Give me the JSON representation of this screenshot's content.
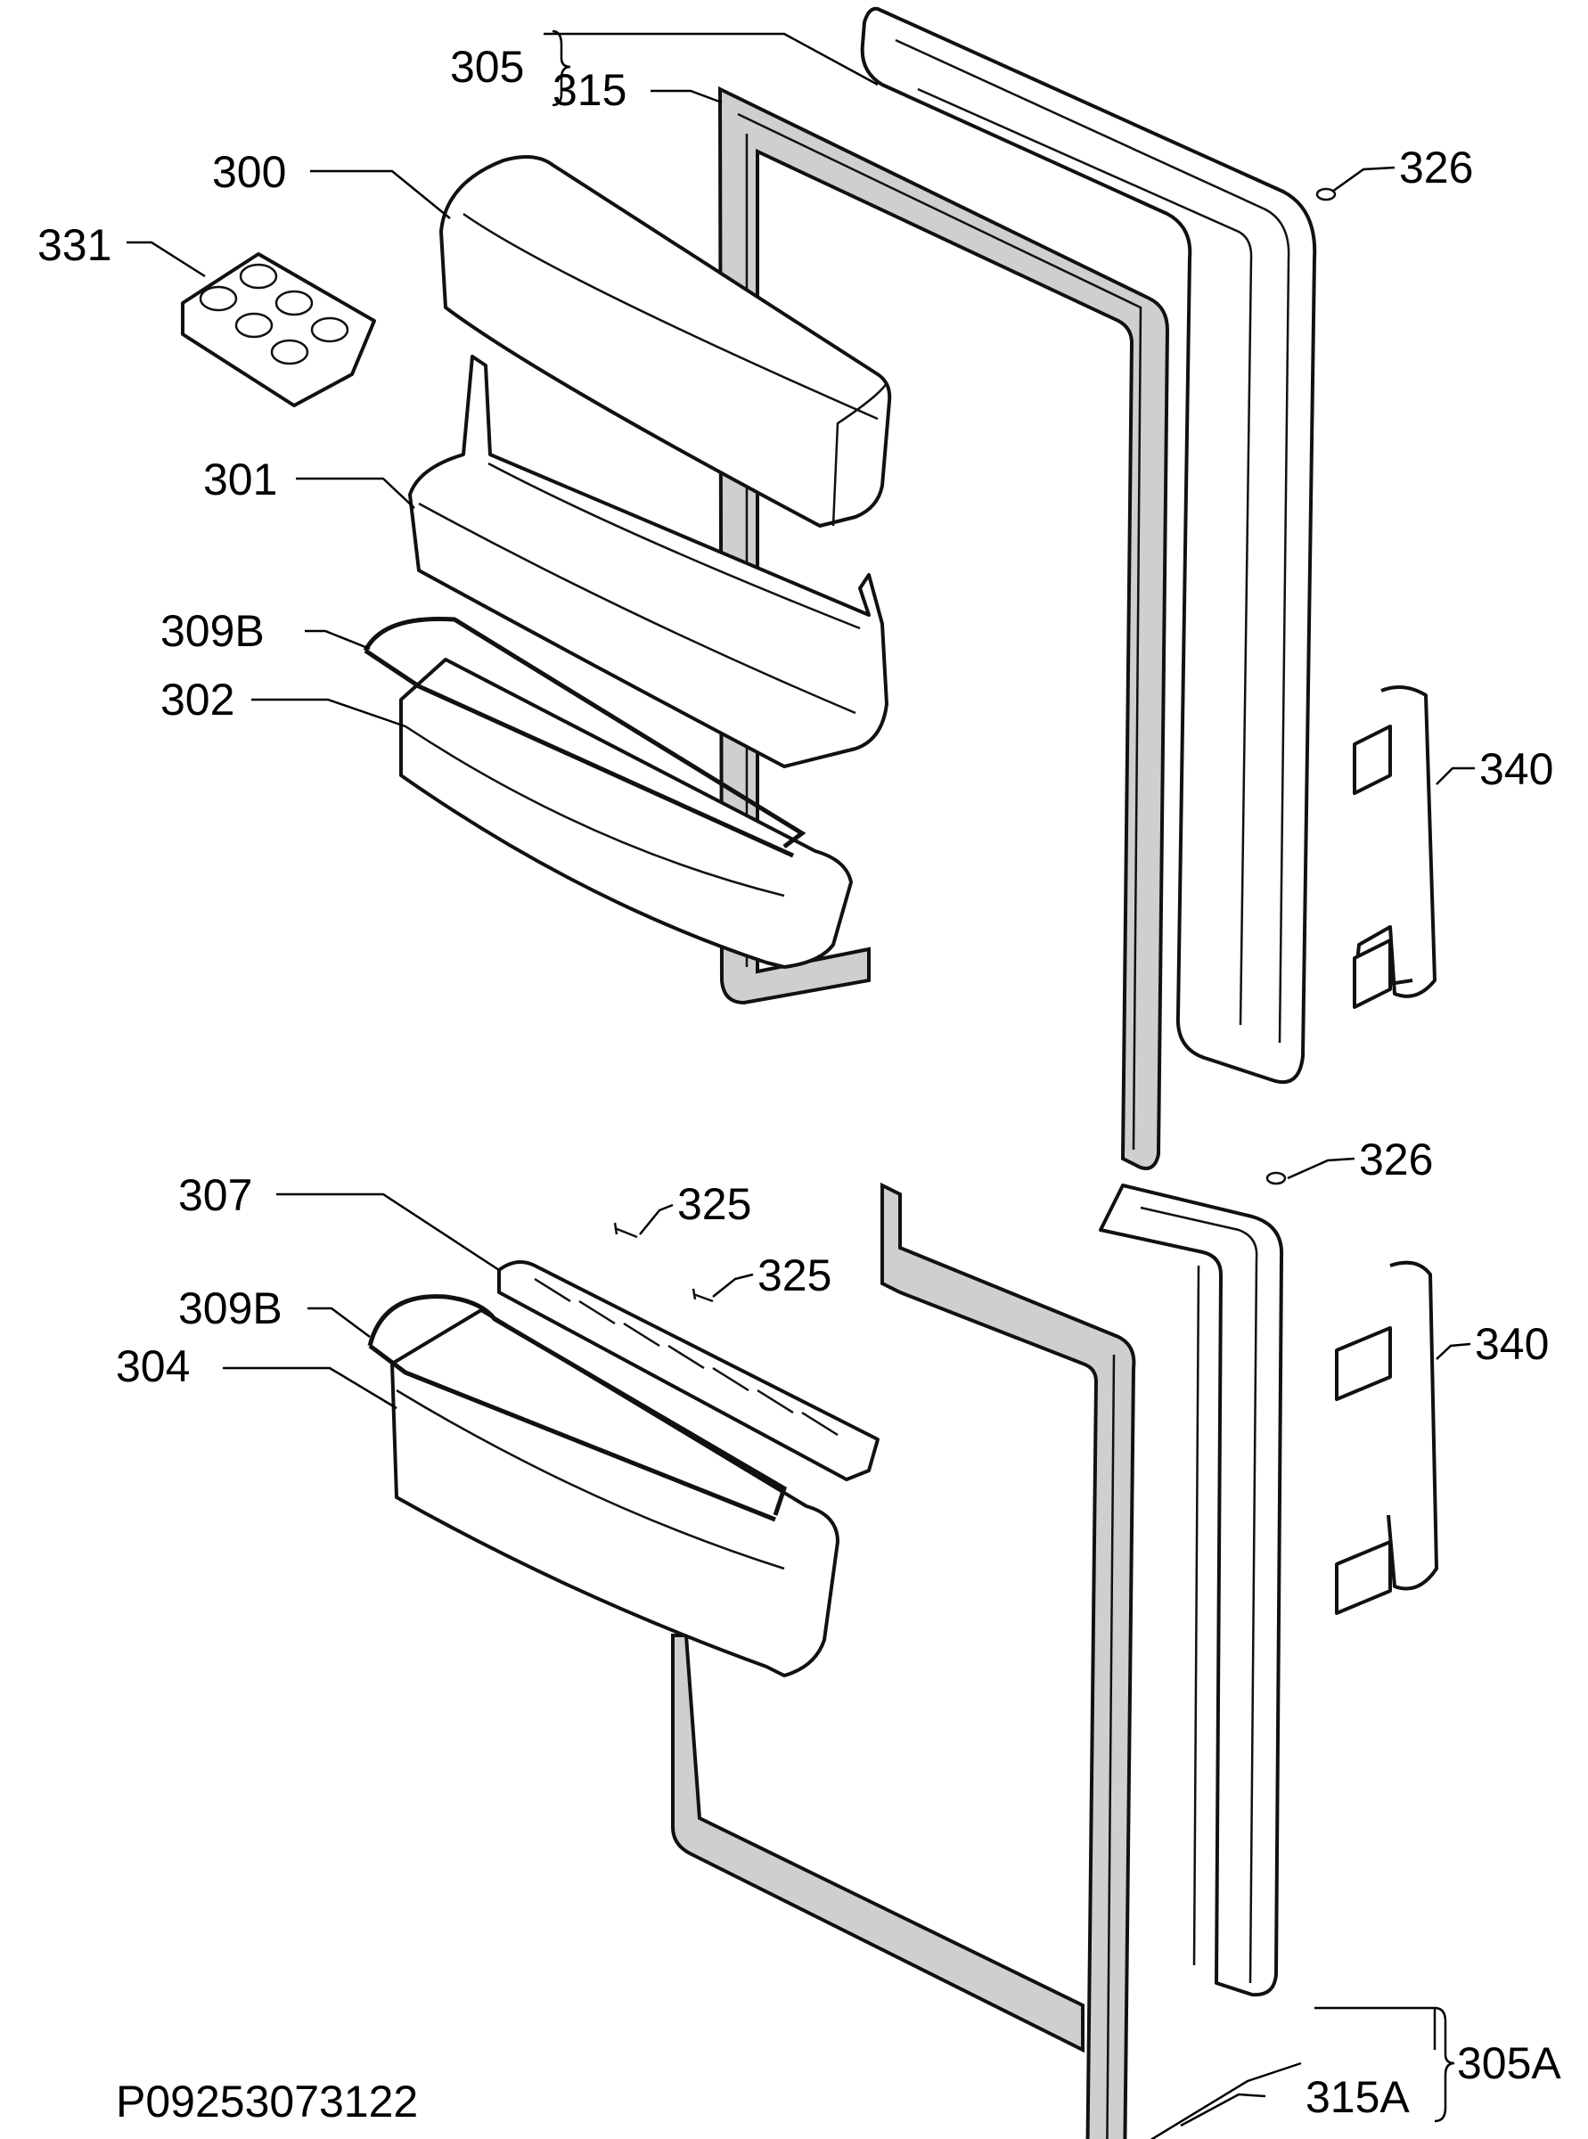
{
  "labels": {
    "l305": "305",
    "l315": "315",
    "l326a": "326",
    "l300": "300",
    "l331": "331",
    "l301": "301",
    "l309b_top": "309B",
    "l302": "302",
    "l340a": "340",
    "l307": "307",
    "l325a": "325",
    "l326b": "326",
    "l325b": "325",
    "l309b_bot": "309B",
    "l304": "304",
    "l340b": "340",
    "l315a": "315A",
    "l305a": "305A"
  },
  "footer": {
    "code": "P09253073122"
  },
  "colors": {
    "line": "#111111",
    "gasket": "#cfcfcf",
    "background": "#ffffff"
  }
}
